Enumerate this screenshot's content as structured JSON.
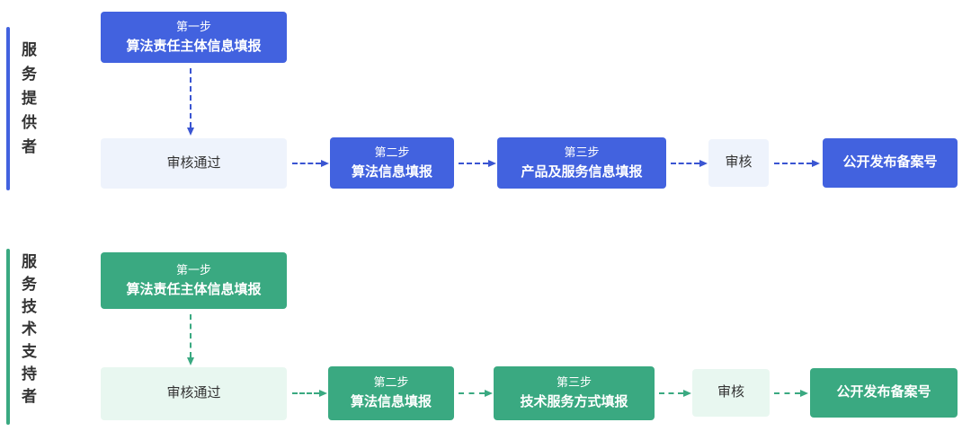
{
  "colors": {
    "provider_accent": "#4262df",
    "provider_light": "#eef3fc",
    "supporter_accent": "#3aa981",
    "supporter_light": "#e8f7f0",
    "text_dark": "#333333",
    "text_on_accent": "#ffffff"
  },
  "lanes": [
    {
      "label": "服务提供者",
      "step1_line1": "第一步",
      "step1_line2": "算法责任主体信息填报",
      "review_pass": "审核通过",
      "step2_line1": "第二步",
      "step2_line2": "算法信息填报",
      "step3_line1": "第三步",
      "step3_line2": "产品及服务信息填报",
      "review": "审核",
      "result": "公开发布备案号"
    },
    {
      "label": "服务技术支持者",
      "step1_line1": "第一步",
      "step1_line2": "算法责任主体信息填报",
      "review_pass": "审核通过",
      "step2_line1": "第二步",
      "step2_line2": "算法信息填报",
      "step3_line1": "第三步",
      "step3_line2": "技术服务方式填报",
      "review": "审核",
      "result": "公开发布备案号"
    }
  ]
}
